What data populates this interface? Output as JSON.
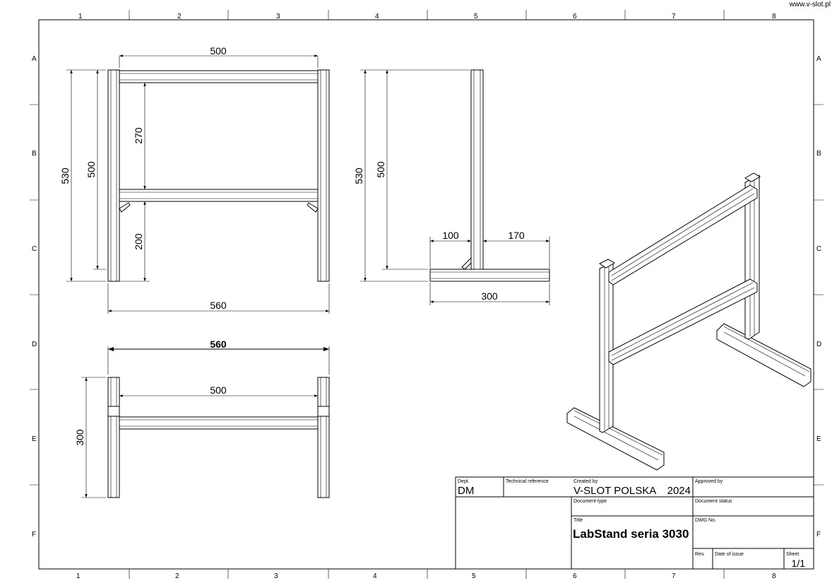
{
  "website": "www.v-slot.pl",
  "zones": {
    "columns": [
      "1",
      "2",
      "3",
      "4",
      "5",
      "6",
      "7",
      "8"
    ],
    "rows": [
      "A",
      "B",
      "C",
      "D",
      "E",
      "F"
    ]
  },
  "front_view": {
    "width_top": "500",
    "height_total": "530",
    "height_post": "500",
    "upper_gap": "270",
    "lower_gap": "200",
    "width_total": "560"
  },
  "side_view": {
    "height_total": "530",
    "height_post": "500",
    "front_offset": "100",
    "rear_offset": "170",
    "foot_length": "300"
  },
  "top_view": {
    "width_total": "560",
    "width_inner": "500",
    "depth": "300"
  },
  "title_block": {
    "dept_label": "Dept.",
    "dept": "DM",
    "tech_ref_label": "Technical reference",
    "created_by_label": "Created by",
    "created_by": "V-SLOT POLSKA",
    "year": "2024",
    "approved_by_label": "Approved by",
    "doc_type_label": "Document type",
    "doc_status_label": "Document status",
    "title_label": "Title",
    "title": "LabStand seria 3030",
    "dwg_label": "DWG No.",
    "rev_label": "Rev.",
    "date_label": "Date of issue",
    "sheet_label": "Sheet",
    "sheet": "1/1"
  }
}
